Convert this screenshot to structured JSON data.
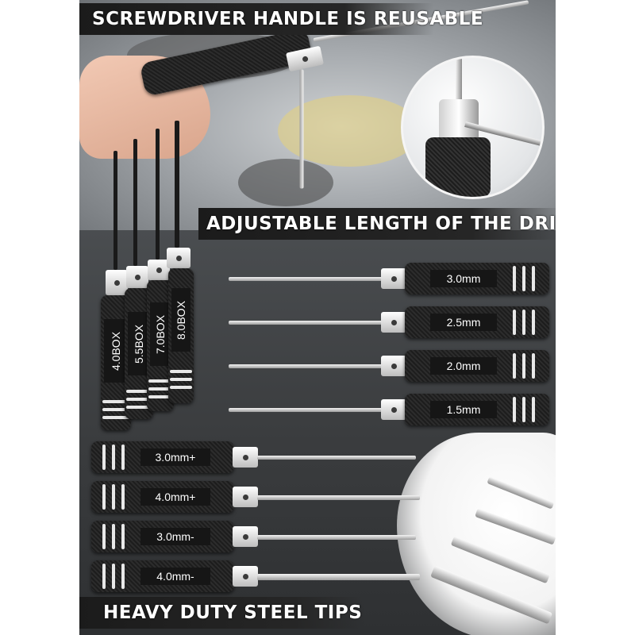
{
  "banners": {
    "top": "SCREWDRIVER HANDLE IS REUSABLE",
    "middle": "ADJUSTABLE LENGTH OF THE DRIVERS",
    "bottom": "HEAVY DUTY STEEL TIPS"
  },
  "box_drivers": [
    "4.0BOX",
    "5.5BOX",
    "7.0BOX",
    "8.0BOX"
  ],
  "hex_drivers": [
    "3.0mm",
    "2.5mm",
    "2.0mm",
    "1.5mm"
  ],
  "tip_drivers": [
    "3.0mm+",
    "4.0mm+",
    "3.0mm-",
    "4.0mm-"
  ],
  "colors": {
    "handle": "#1d1d1d",
    "label_text": "#ffffff",
    "banner": "#1b1b1b"
  }
}
